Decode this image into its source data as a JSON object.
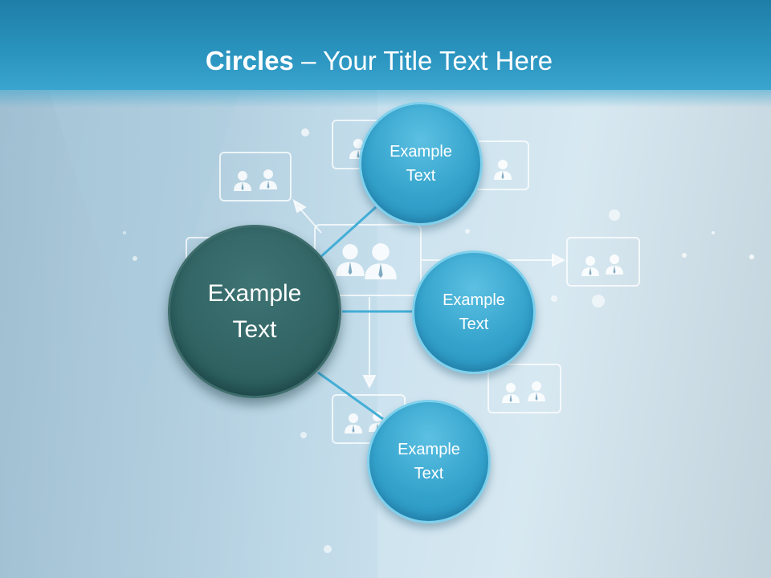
{
  "slide": {
    "title_bold": "Circles",
    "title_rest": " – Your Title Text Here"
  },
  "diagram": {
    "center": {
      "line1": "Example",
      "line2": "Text"
    },
    "satellites": [
      {
        "line1": "Example",
        "line2": "Text"
      },
      {
        "line1": "Example",
        "line2": "Text"
      },
      {
        "line1": "Example",
        "line2": "Text"
      }
    ]
  },
  "decor": {
    "icons": [
      "people-icon",
      "arrow-icon",
      "particle-dot"
    ],
    "colors": {
      "header": "#2a94bf",
      "satellite_fill": "#34a3cc",
      "center_fill": "#2e6060",
      "connector": "#43aed6"
    }
  }
}
